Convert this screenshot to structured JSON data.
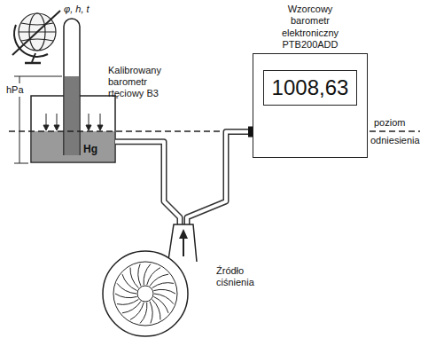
{
  "diagram": {
    "nodes": [
      {
        "text": [
          "Kalibrowany barometr rtęciowy B3",
          "Hg"
        ]
      },
      {
        "text": [
          "Wzorcowy barometr elektroniczny PTB200ADD"
        ]
      },
      {
        "text": [
          "1008,63"
        ],
        "in": 1
      },
      {
        "text": [
          "Źródło ciśnienia"
        ]
      }
    ],
    "edges": [
      {
        "from": 3,
        "to": 0,
        "arrow": "none"
      },
      {
        "from": 3,
        "to": 1,
        "arrow": "none"
      }
    ],
    "labels": [
      "φ, h, t",
      "hPa",
      "poziom",
      "odniesienia"
    ]
  }
}
